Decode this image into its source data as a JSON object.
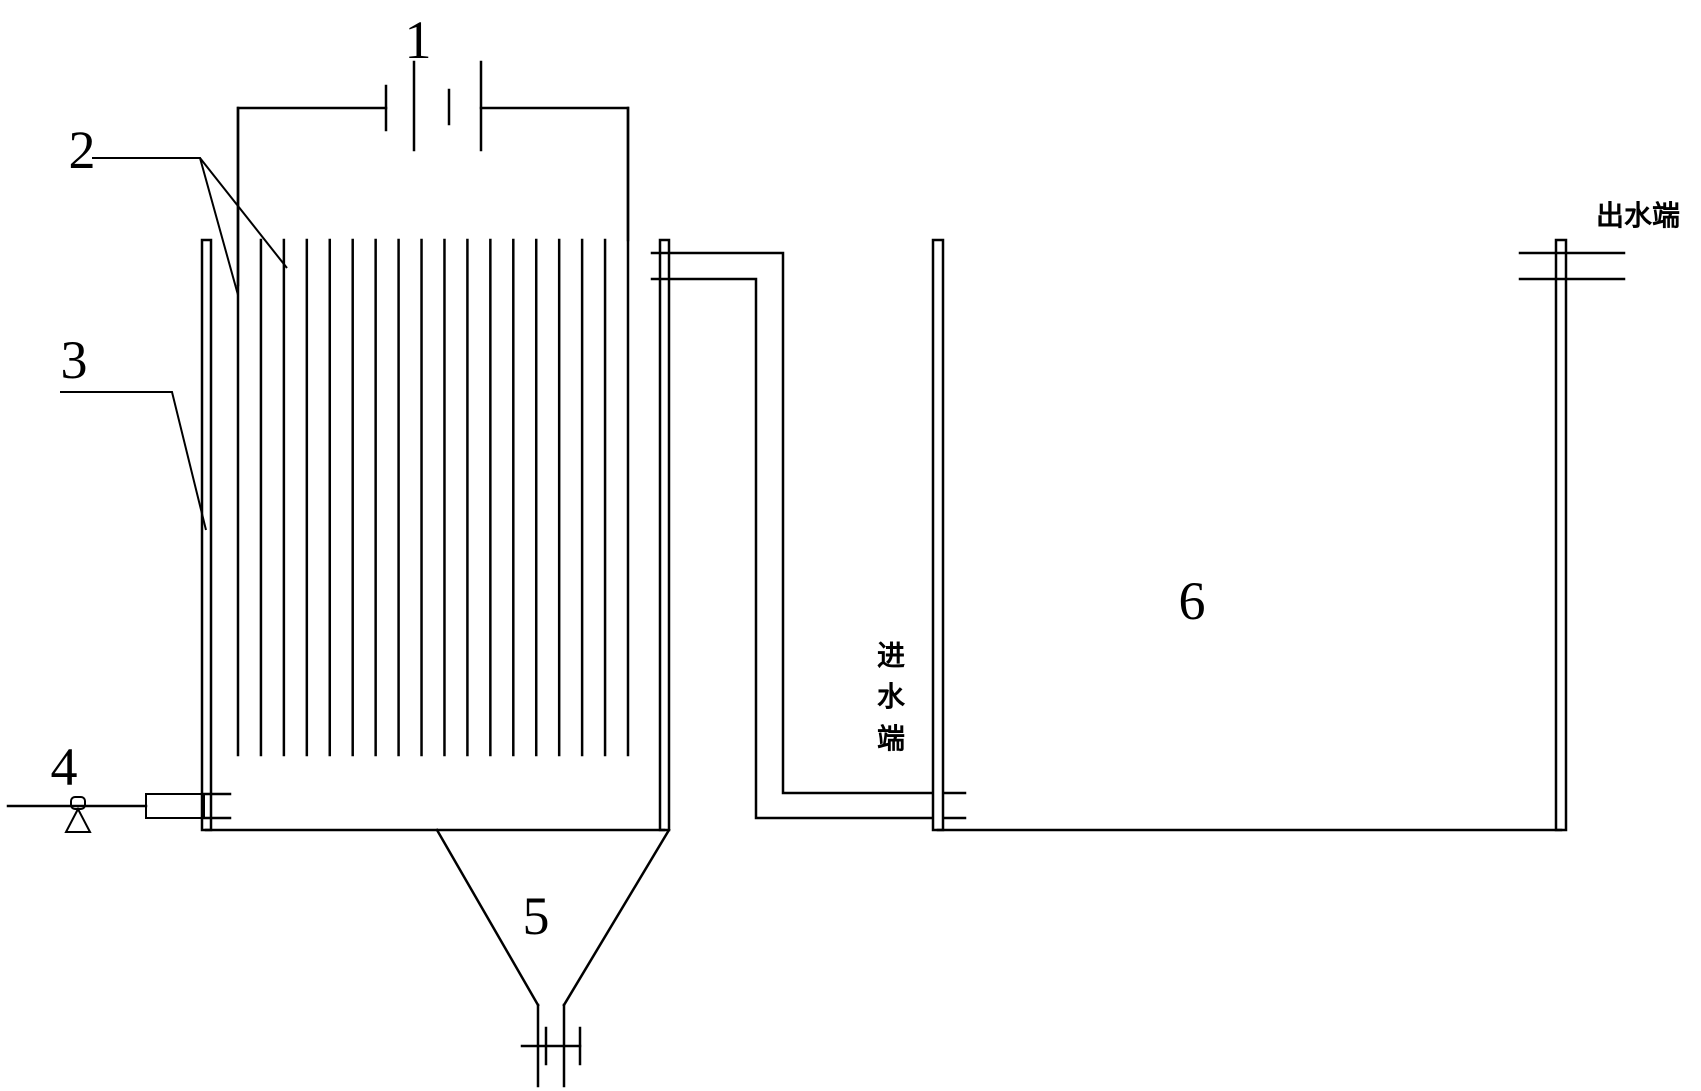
{
  "labels": {
    "n1": "1",
    "n2": "2",
    "n3": "3",
    "n4": "4",
    "n5": "5",
    "n6": "6"
  },
  "annotations": {
    "outlet": "出水端",
    "inlet_chars": [
      "进",
      "水",
      "端"
    ]
  },
  "electrode_count": 18
}
